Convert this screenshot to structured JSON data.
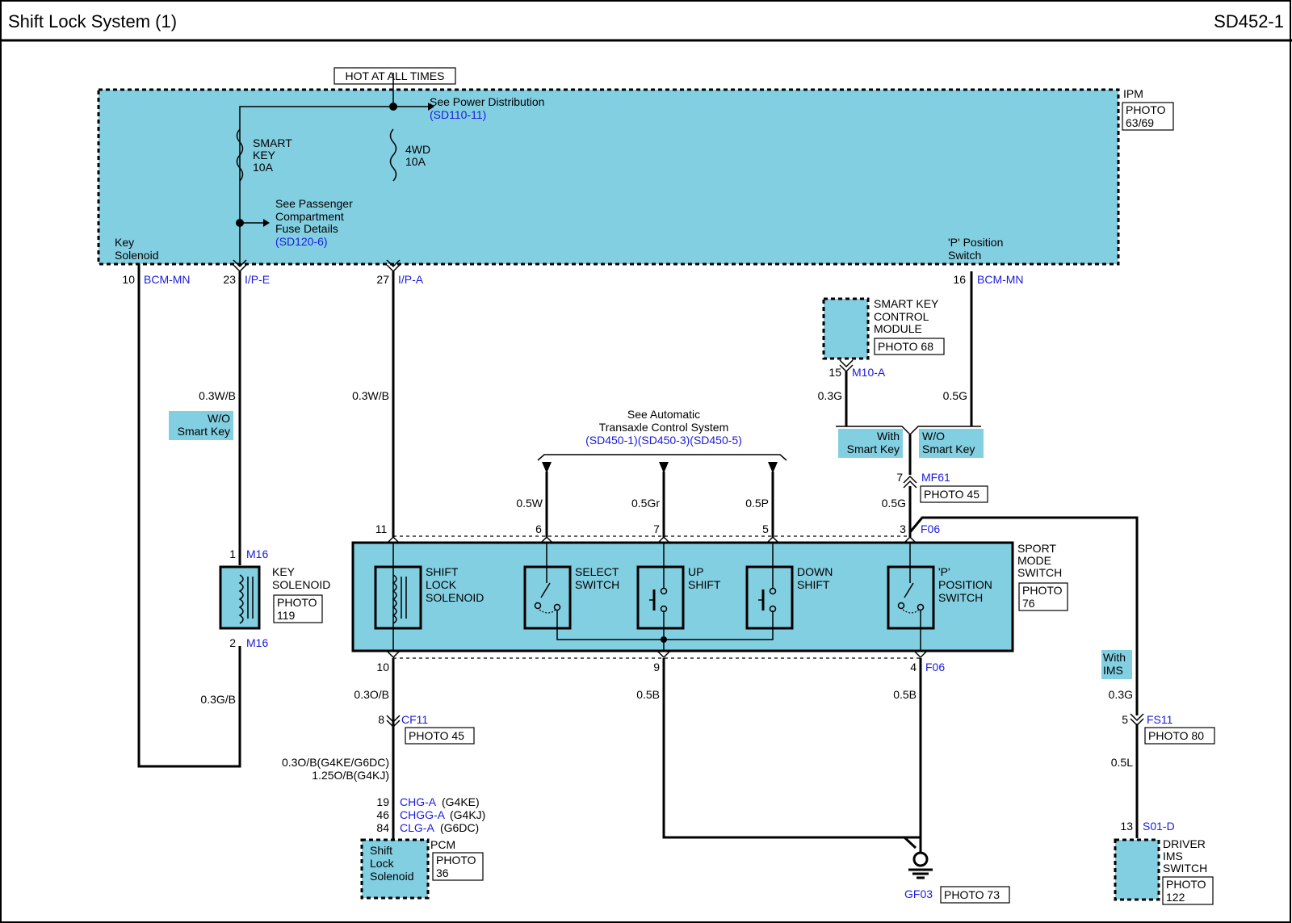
{
  "header": {
    "title": "Shift Lock System (1)",
    "code": "SD452-1"
  },
  "top": {
    "hot": "HOT AT ALL TIMES",
    "power_dist": "See Power Distribution",
    "power_dist_ref": "(SD110-11)",
    "ipm": "IPM",
    "ipm_photo": [
      "PHOTO",
      "63/69"
    ],
    "fuse_smartkey": [
      "SMART",
      "KEY",
      "10A"
    ],
    "fuse_4wd": [
      "4WD",
      "10A"
    ],
    "passenger": [
      "See Passenger",
      "Compartment",
      "Fuse Details"
    ],
    "passenger_ref": "(SD120-6)",
    "key_solenoid_lbl": [
      "Key",
      "Solenoid"
    ],
    "p_switch_lbl": [
      "'P' Position",
      "Switch"
    ]
  },
  "pins_top": [
    {
      "num": "10",
      "conn": "BCM-MN"
    },
    {
      "num": "23",
      "conn": "I/P-E"
    },
    {
      "num": "27",
      "conn": "I/P-A"
    },
    {
      "num": "16",
      "conn": "BCM-MN"
    }
  ],
  "smart_key_module": {
    "name": [
      "SMART KEY",
      "CONTROL",
      "MODULE"
    ],
    "photo": "PHOTO 68",
    "pin": "15",
    "conn": "M10-A"
  },
  "wires": {
    "w1": "0.3W/B",
    "w2": "0.3W/B",
    "w3": "0.3G",
    "w4": "0.5G",
    "w5": "0.5W",
    "w6": "0.5Gr",
    "w7": "0.5P",
    "w8": "0.5G",
    "w9": "0.3G/B",
    "w10": "0.3O/B",
    "w11": "0.5B",
    "w12": "0.5B",
    "w13": "0.3G",
    "w14": "0.5L",
    "pcm_w1": "0.3O/B(G4KE/G6DC)",
    "pcm_w2": "1.25O/B(G4KJ)"
  },
  "options": {
    "wo_smart_left": [
      "W/O",
      "Smart Key"
    ],
    "with_smart": [
      "With",
      "Smart Key"
    ],
    "wo_smart_right": [
      "W/O",
      "Smart Key"
    ],
    "with_ims": [
      "With",
      "IMS"
    ]
  },
  "atcs": {
    "line1": "See Automatic",
    "line2": "Transaxle Control System",
    "refs": "(SD450-1)(SD450-3)(SD450-5)"
  },
  "mf61": {
    "pin": "7",
    "conn": "MF61",
    "photo": "PHOTO 45"
  },
  "sport_pins_top": [
    {
      "num": "11"
    },
    {
      "num": "6"
    },
    {
      "num": "7"
    },
    {
      "num": "5"
    },
    {
      "num": "3",
      "conn": "F06"
    }
  ],
  "sport_pins_bottom": [
    {
      "num": "10"
    },
    {
      "num": "9"
    },
    {
      "num": "4",
      "conn": "F06"
    }
  ],
  "sport_mode": {
    "name": [
      "SPORT",
      "MODE",
      "SWITCH"
    ],
    "photo": [
      "PHOTO",
      "76"
    ],
    "shift_lock": [
      "SHIFT",
      "LOCK",
      "SOLENOID"
    ],
    "select": [
      "SELECT",
      "SWITCH"
    ],
    "up": [
      "UP",
      "SHIFT"
    ],
    "down": [
      "DOWN",
      "SHIFT"
    ],
    "p_pos": [
      "'P'",
      "POSITION",
      "SWITCH"
    ]
  },
  "key_solenoid": {
    "name": [
      "KEY",
      "SOLENOID"
    ],
    "photo": [
      "PHOTO",
      "119"
    ],
    "pin1": "1",
    "conn1": "M16",
    "pin2": "2",
    "conn2": "M16"
  },
  "cf11": {
    "pin": "8",
    "conn": "CF11",
    "photo": "PHOTO 45"
  },
  "pcm": {
    "pins": [
      {
        "num": "19",
        "conn": "CHG-A",
        "suffix": "(G4KE)"
      },
      {
        "num": "46",
        "conn": "CHGG-A",
        "suffix": "(G4KJ)"
      },
      {
        "num": "84",
        "conn": "CLG-A",
        "suffix": "(G6DC)"
      }
    ],
    "name": "PCM",
    "inner": [
      "Shift",
      "Lock",
      "Solenoid"
    ],
    "photo": [
      "PHOTO",
      "36"
    ]
  },
  "ground": {
    "name": "GF03",
    "photo": "PHOTO 73"
  },
  "fs11": {
    "pin": "5",
    "conn": "FS11",
    "photo": "PHOTO 80"
  },
  "ims": {
    "pin": "13",
    "conn": "S01-D",
    "name": [
      "DRIVER",
      "IMS",
      "SWITCH"
    ],
    "photo": [
      "PHOTO",
      "122"
    ]
  }
}
